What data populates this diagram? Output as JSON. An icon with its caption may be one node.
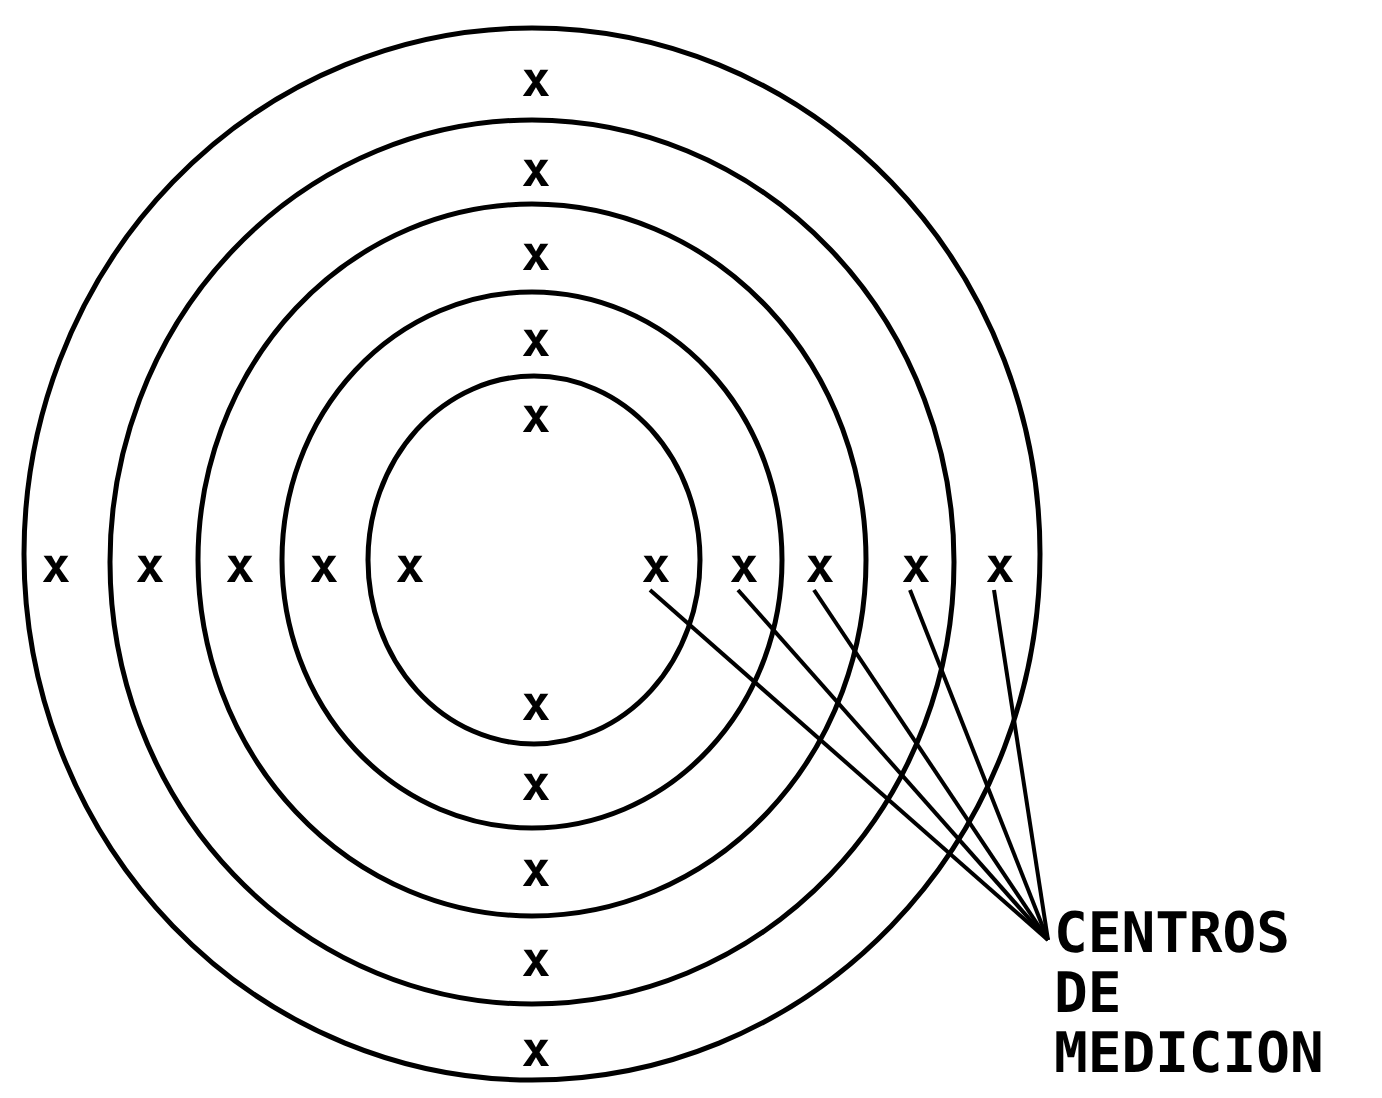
{
  "diagram": {
    "nodes": [
      {
        "text": [
          "CENTROS DE MEDICION"
        ]
      },
      {
        "text": [
          "x"
        ]
      },
      {
        "text": [
          "x"
        ]
      },
      {
        "text": [
          "x"
        ]
      },
      {
        "text": [
          "x"
        ]
      },
      {
        "text": [
          "x"
        ]
      }
    ],
    "edges": [
      {
        "from": 0,
        "to": 1,
        "arrow": "none"
      },
      {
        "from": 0,
        "to": 2,
        "arrow": "none"
      },
      {
        "from": 0,
        "to": 3,
        "arrow": "none"
      },
      {
        "from": 0,
        "to": 4,
        "arrow": "none"
      },
      {
        "from": 0,
        "to": 5,
        "arrow": "none"
      }
    ],
    "labels": [
      "x",
      "x",
      "x",
      "x",
      "x",
      "x",
      "x",
      "x",
      "x",
      "x",
      "x",
      "x",
      "x",
      "x",
      "x"
    ]
  }
}
